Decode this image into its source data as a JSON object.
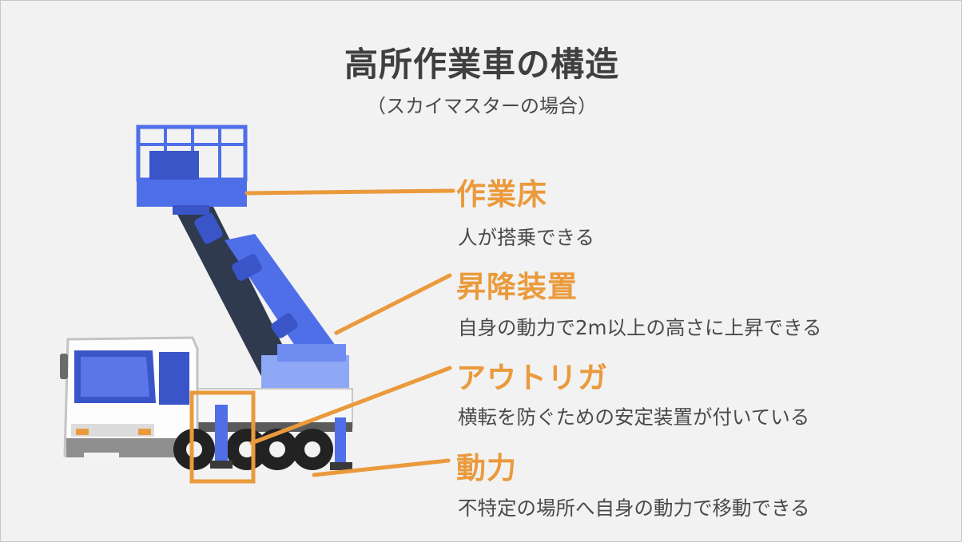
{
  "title": "高所作業車の構造",
  "subtitle": "（スカイマスターの場合）",
  "parts": [
    {
      "label": "作業床",
      "description": "人が搭乗できる"
    },
    {
      "label": "昇降装置",
      "description": "自身の動力で2m以上の高さに上昇できる"
    },
    {
      "label": "アウトリガ",
      "description": "横転を防ぐための安定装置が付いている"
    },
    {
      "label": "動力",
      "description": "不特定の場所へ自身の動力で移動できる"
    }
  ],
  "colors": {
    "accent": "#ea9a3c",
    "machine_blue": "#4f6fe8",
    "background": "#f2f2f2",
    "text": "#4a4a4a"
  }
}
